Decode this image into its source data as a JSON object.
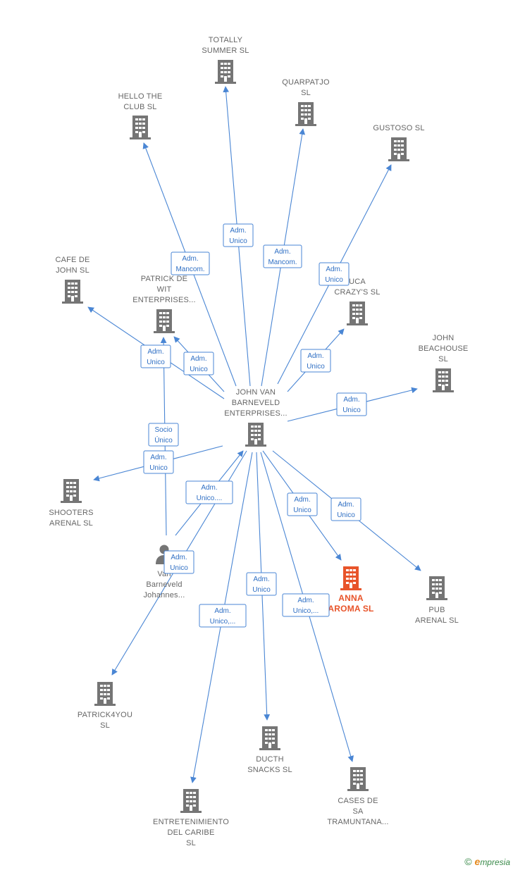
{
  "colors": {
    "edge": "#4a86d4",
    "building": "#757575",
    "highlight": "#e8542a",
    "label": "#666666"
  },
  "nodes": [
    {
      "id": "center",
      "lines": [
        "JOHN VAN",
        "BARNEVELD",
        "ENTERPRISES..."
      ],
      "icon": "building-icon"
    },
    {
      "id": "totally",
      "lines": [
        "TOTALLY",
        "SUMMER  SL"
      ],
      "icon": "building-icon"
    },
    {
      "id": "quarpatjo",
      "lines": [
        "QUARPATJO",
        "SL"
      ],
      "icon": "building-icon"
    },
    {
      "id": "hello",
      "lines": [
        "HELLO THE",
        "CLUB  SL"
      ],
      "icon": "building-icon"
    },
    {
      "id": "gustoso",
      "lines": [
        "GUSTOSO  SL"
      ],
      "icon": "building-icon"
    },
    {
      "id": "cafe",
      "lines": [
        "CAFE DE",
        "JOHN  SL"
      ],
      "icon": "building-icon"
    },
    {
      "id": "patrickdewit",
      "lines": [
        "PATRICK DE",
        "WIT",
        "ENTERPRISES..."
      ],
      "icon": "building-icon"
    },
    {
      "id": "luca",
      "lines": [
        "UCA",
        "CRAZY'S  SL"
      ],
      "icon": "building-icon"
    },
    {
      "id": "beachhouse",
      "lines": [
        "JOHN",
        "BEACHOUSE",
        "SL"
      ],
      "icon": "building-icon"
    },
    {
      "id": "shooters",
      "lines": [
        "SHOOTERS",
        "ARENAL  SL"
      ],
      "icon": "building-icon"
    },
    {
      "id": "person",
      "lines": [
        "Van",
        "Barneveld",
        "Johannes..."
      ],
      "icon": "person-icon"
    },
    {
      "id": "anna",
      "lines": [
        "ANNA",
        "AROMA  SL"
      ],
      "icon": "building-icon",
      "highlight": true
    },
    {
      "id": "pub",
      "lines": [
        "PUB",
        "ARENAL  SL"
      ],
      "icon": "building-icon"
    },
    {
      "id": "patrick4you",
      "lines": [
        "PATRICK4YOU",
        "SL"
      ],
      "icon": "building-icon"
    },
    {
      "id": "ducth",
      "lines": [
        "DUCTH",
        "SNACKS  SL"
      ],
      "icon": "building-icon"
    },
    {
      "id": "cases",
      "lines": [
        "CASES DE",
        "SA",
        "TRAMUNTANA..."
      ],
      "icon": "building-icon"
    },
    {
      "id": "entretenimiento",
      "lines": [
        "ENTRETENIMIENTO",
        "DEL CARIBE",
        "SL"
      ],
      "icon": "building-icon"
    }
  ],
  "edges": [
    {
      "from": "center",
      "to": "totally",
      "lines": [
        "Adm.",
        "Unico"
      ]
    },
    {
      "from": "center",
      "to": "quarpatjo",
      "lines": [
        "Adm.",
        "Mancom."
      ]
    },
    {
      "from": "center",
      "to": "hello",
      "lines": [
        "Adm.",
        "Mancom."
      ]
    },
    {
      "from": "center",
      "to": "gustoso",
      "lines": [
        "Adm.",
        "Unico"
      ]
    },
    {
      "from": "center",
      "to": "cafe",
      "lines": [
        "Adm.",
        "Unico"
      ]
    },
    {
      "from": "center",
      "to": "patrickdewit",
      "lines": [
        "Adm.",
        "Unico"
      ]
    },
    {
      "from": "center",
      "to": "luca",
      "lines": [
        "Adm.",
        "Unico"
      ]
    },
    {
      "from": "center",
      "to": "beachhouse",
      "lines": [
        "Adm.",
        "Unico"
      ]
    },
    {
      "from": "center",
      "to": "shooters",
      "lines": [
        "Adm.",
        "Unico"
      ]
    },
    {
      "from": "person",
      "to": "patrickdewit",
      "lines": [
        "Socio",
        "Único"
      ]
    },
    {
      "from": "person",
      "to": "center",
      "lines": [
        "Adm.",
        "Unico...."
      ]
    },
    {
      "from": "center",
      "to": "anna",
      "lines": [
        "Adm.",
        "Unico"
      ]
    },
    {
      "from": "center",
      "to": "pub",
      "lines": [
        "Adm.",
        "Unico"
      ]
    },
    {
      "from": "center",
      "to": "patrick4you",
      "lines": [
        "Adm.",
        "Unico"
      ]
    },
    {
      "from": "center",
      "to": "ducth",
      "lines": [
        "Adm.",
        "Unico"
      ]
    },
    {
      "from": "center",
      "to": "cases",
      "lines": [
        "Adm.",
        "Unico,..."
      ]
    },
    {
      "from": "center",
      "to": "entretenimiento",
      "lines": [
        "Adm.",
        "Unico,..."
      ]
    }
  ],
  "footer": {
    "copyright": "©",
    "brand_initial": "e",
    "brand_rest": "mpresia"
  }
}
